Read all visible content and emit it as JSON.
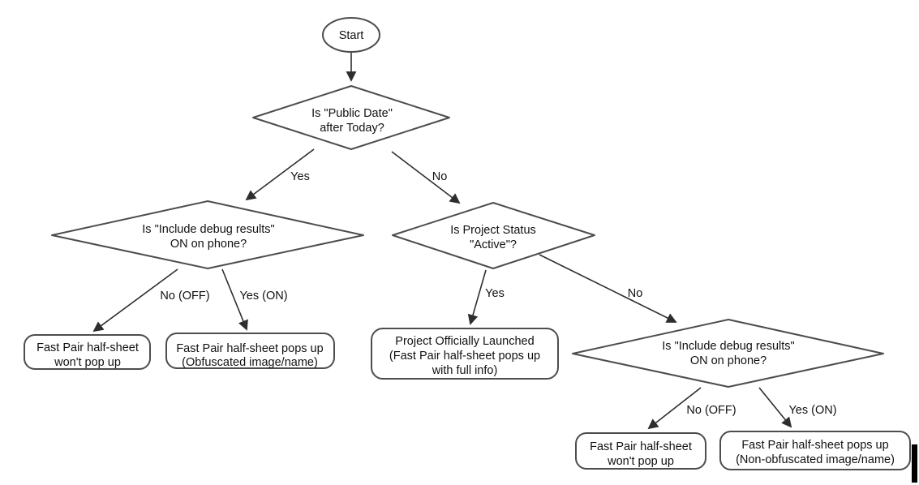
{
  "colors": {
    "background": "#ffffff",
    "shape_stroke": "#4d4d4d",
    "connector_stroke": "#2e2e2e",
    "text": "#111111",
    "cursor_bar": "#000000"
  },
  "nodes": {
    "start": {
      "type": "terminator",
      "label": "Start"
    },
    "decision_public_date": {
      "type": "decision",
      "lines": [
        "Is \"Public Date\"",
        "after Today?"
      ]
    },
    "decision_debug_left": {
      "type": "decision",
      "lines": [
        "Is \"Include debug results\"",
        "ON on phone?"
      ]
    },
    "decision_project_status": {
      "type": "decision",
      "lines": [
        "Is Project Status",
        "\"Active\"?"
      ]
    },
    "decision_debug_right": {
      "type": "decision",
      "lines": [
        "Is \"Include debug results\"",
        "ON on phone?"
      ]
    },
    "result_wont_popup_left": {
      "type": "result",
      "lines": [
        "Fast Pair half-sheet",
        "won't pop up"
      ]
    },
    "result_obfuscated": {
      "type": "result",
      "lines": [
        "Fast Pair half-sheet pops up",
        "(Obfuscated image/name)"
      ]
    },
    "result_launched": {
      "type": "result",
      "lines": [
        "Project Officially Launched",
        "(Fast Pair half-sheet pops up",
        "with full info)"
      ]
    },
    "result_wont_popup_right": {
      "type": "result",
      "lines": [
        "Fast Pair half-sheet",
        "won't pop up"
      ]
    },
    "result_non_obfuscated": {
      "type": "result",
      "lines": [
        "Fast Pair half-sheet pops up",
        "(Non-obfuscated image/name)"
      ]
    }
  },
  "edge_labels": {
    "public_date_yes": "Yes",
    "public_date_no": "No",
    "debug_left_no": "No (OFF)",
    "debug_left_yes": "Yes (ON)",
    "status_yes": "Yes",
    "status_no": "No",
    "debug_right_no": "No (OFF)",
    "debug_right_yes": "Yes (ON)"
  }
}
